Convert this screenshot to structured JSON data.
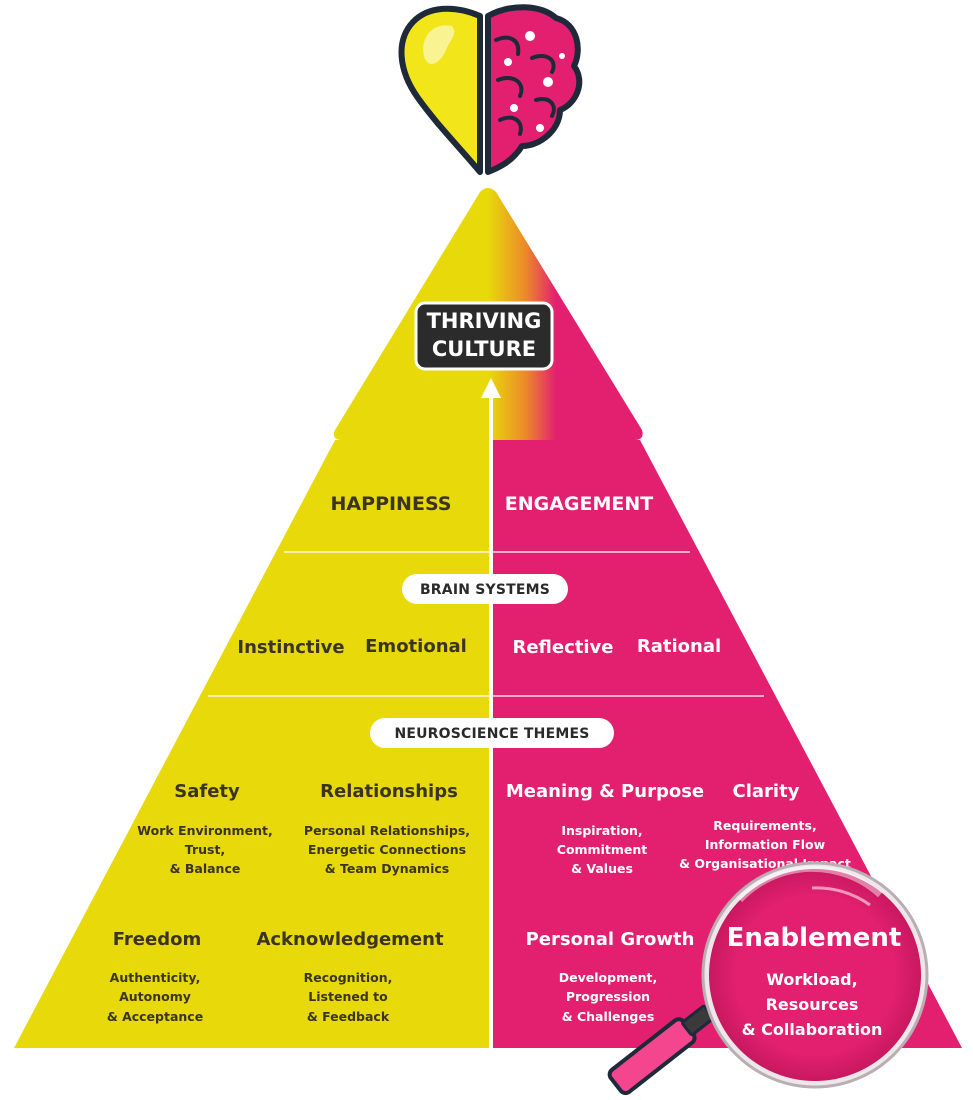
{
  "colors": {
    "yellow": "#e8d90a",
    "magenta": "#e2206f",
    "dark_text": "#3a3420",
    "white": "#ffffff",
    "badge_bg": "#2b2b2b"
  },
  "top_icon": {
    "name": "heart-brain-icon"
  },
  "apex": {
    "line1": "THRIVING",
    "line2": "CULTURE"
  },
  "tier1": {
    "left": "HAPPINESS",
    "right": "ENGAGEMENT"
  },
  "brain_systems": {
    "label": "BRAIN SYSTEMS",
    "items": [
      "Instinctive",
      "Emotional",
      "Reflective",
      "Rational"
    ]
  },
  "neuroscience_themes": {
    "label": "NEUROSCIENCE THEMES",
    "themes": [
      {
        "title": "Safety",
        "details": [
          "Work Environment,",
          "Trust,",
          "& Balance"
        ]
      },
      {
        "title": "Relationships",
        "details": [
          "Personal Relationships,",
          "Energetic Connections",
          "& Team Dynamics"
        ]
      },
      {
        "title": "Meaning & Purpose",
        "details": [
          "Inspiration,",
          "Commitment",
          "& Values"
        ]
      },
      {
        "title": "Clarity",
        "details": [
          "Requirements,",
          "Information Flow",
          "& Organisational Impact"
        ]
      },
      {
        "title": "Freedom",
        "details": [
          "Authenticity,",
          "Autonomy",
          "& Acceptance"
        ]
      },
      {
        "title": "Acknowledgement",
        "details": [
          "Recognition,",
          "Listened to",
          "& Feedback"
        ]
      },
      {
        "title": "Personal Growth",
        "details": [
          "Development,",
          "Progression",
          "& Challenges"
        ]
      },
      {
        "title": "Enablement",
        "details": [
          "Workload,",
          "Resources",
          "& Collaboration"
        ]
      }
    ]
  },
  "magnifier": {
    "name": "magnifying-glass-icon"
  }
}
